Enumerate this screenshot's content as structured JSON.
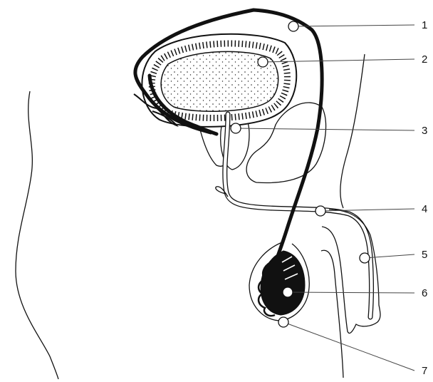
{
  "labels": [
    "1",
    "2",
    "3",
    "4",
    "5",
    "6",
    "7"
  ],
  "colors": {
    "ink": "#111111",
    "background": "#ffffff",
    "leader": "#444444"
  }
}
